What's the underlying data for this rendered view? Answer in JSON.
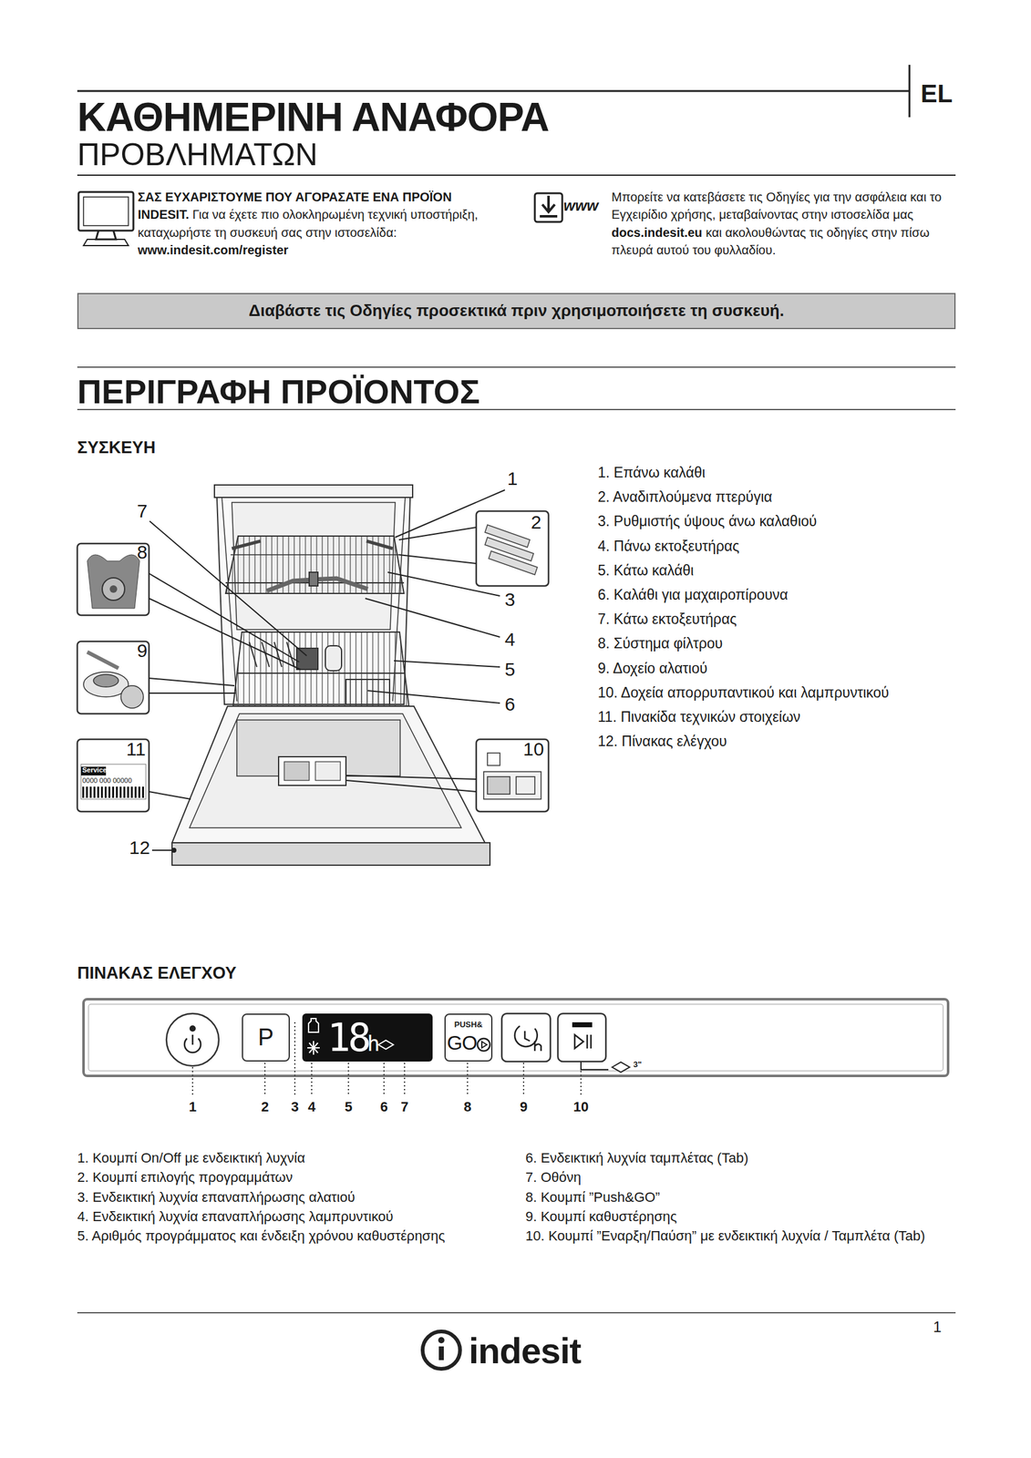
{
  "diagram": {
    "title": "ΚΑΘΗΜΕΡΙΝΗ ΑΝΑΦΟΡΑ",
    "nodes": [
      {
        "text": [
          "Διαβάστε τις Οδηγίες προσεκτικά πριν χρησιμοποιήσετε τη συσκευή."
        ]
      },
      {
        "text": [
          "P"
        ]
      },
      {
        "text": [
          "18",
          "h"
        ]
      },
      {
        "text": [
          "PUSH&",
          "GO"
        ]
      }
    ],
    "edges": [],
    "labels": [
      "EL",
      "ΠΡΟΒΛΗΜΑΤΩΝ",
      "ΣΑΣ ΕΥΧΑΡΙΣΤΟΥΜΕ ΠΟΥ ΑΓΟΡΑΣΑΤΕ ΕΝΑ ΠΡΟΪΟΝ INDESIT.",
      "Για να έχετε πιο ολοκληρωμένη τεχνική υποστήριξη, καταχωρήστε τη συσκευή σας στην ιστοσελίδα:",
      "www.indesit.com/register",
      "www",
      "Μπορείτε να κατεβάσετε τις Οδηγίες για την ασφάλεια και το Εγχειρίδιο χρήσης, μεταβαίνοντας στην ιστοσελίδα μας",
      "docs.indesit.eu",
      "και ακολουθώντας τις οδηγίες στην πίσω πλευρά αυτού του φυλλαδίου.",
      "ΠΕΡΙΓΡΑΦΗ ΠΡΟΪΟΝΤΟΣ",
      "ΣΥΣΚΕΥΗ",
      "1",
      "2",
      "3",
      "4",
      "5",
      "6",
      "7",
      "8",
      "9",
      "10",
      "11",
      "12",
      "Service",
      "0000 000 00000",
      "1. Επάνω καλάθι",
      "2. Αναδιπλούμενα πτερύγια",
      "3. Ρυθμιστής ύψους άνω καλαθιού",
      "4. Πάνω εκτοξευτήρας",
      "5. Κάτω καλάθι",
      "6. Καλάθι για μαχαιροπίρουνα",
      "7. Κάτω εκτοξευτήρας",
      "8. Σύστημα φίλτρου",
      "9. Δοχείο αλατιού",
      "10. Δοχεία απορρυπαντικού και λαμπρυντικού",
      "11. Πινακίδα τεχνικών στοιχείων",
      "12. Πίνακας ελέγχου",
      "ΠΙΝΑΚΑΣ ΕΛΕΓΧΟΥ",
      "3\"",
      "1",
      "2",
      "3",
      "4",
      "5",
      "6",
      "7",
      "8",
      "9",
      "10",
      "1. Κουμπί On/Off με ενδεικτική λυχνία",
      "2. Κουμπί επιλογής προγραμμάτων",
      "3. Ενδεικτική λυχνία επαναπλήρωσης αλατιού",
      "4. Ενδεικτική λυχνία επαναπλήρωσης λαμπρυντικού",
      "5. Αριθμός προγράμματος και ένδειξη χρόνου καθυστέρησης",
      "6. Ενδεικτική λυχνία ταμπλέτας (Tab)",
      "7. Οθόνη",
      "8. Κουμπί ”Push&GO”",
      "9. Κουμπί καθυστέρησης",
      "10. Κουμπί ”Εναρξη/Παύση” με ενδεικτική λυχνία / Ταμπλέτα (Tab)",
      "1",
      "indesit"
    ]
  }
}
